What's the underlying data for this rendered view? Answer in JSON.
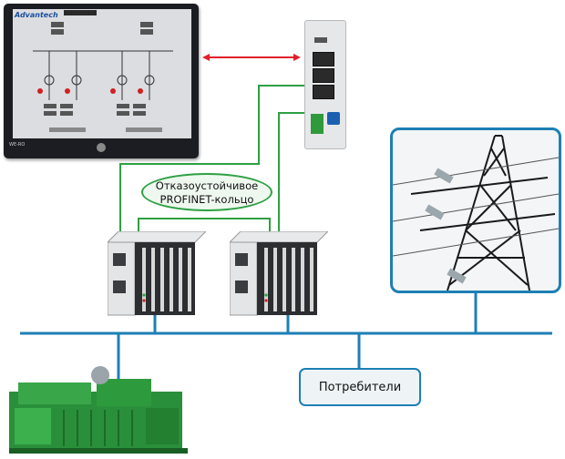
{
  "hmi": {
    "brand": "Advantech",
    "footer": "WE-RO"
  },
  "ring": {
    "line1": "Отказоустойчивое",
    "line2": "PROFINET-кольцо"
  },
  "consumers": {
    "label": "Потребители"
  },
  "colors": {
    "bus": "#1d7fb5",
    "ring": "#2ea043",
    "link": "#e0202a"
  },
  "icons": {
    "hmi": "hmi-panel",
    "router": "industrial-router",
    "io": "io-module",
    "tower": "power-tower",
    "generator": "generator"
  }
}
